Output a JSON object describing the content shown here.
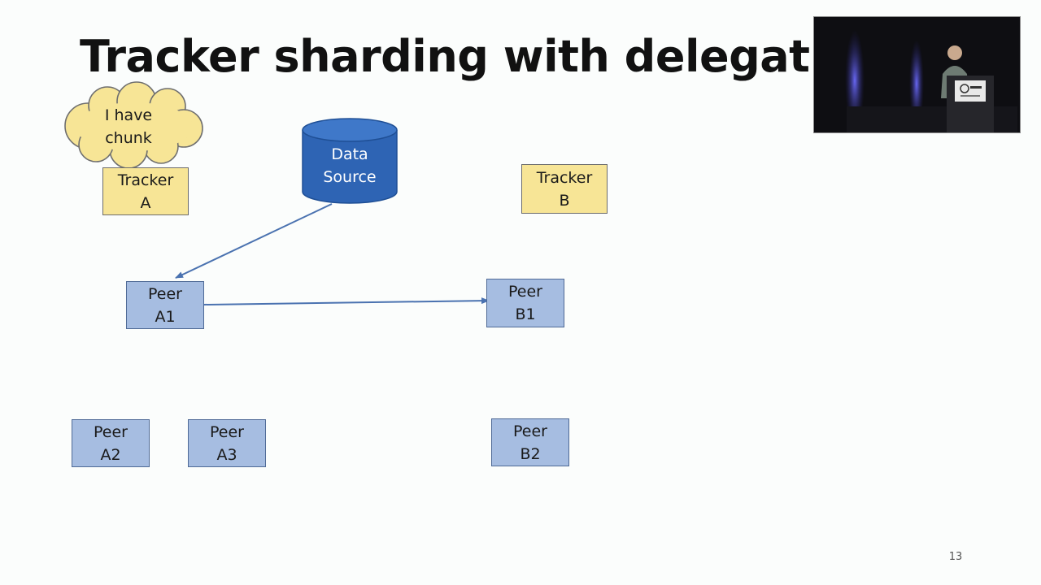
{
  "slide": {
    "title": "Tracker sharding with delegation",
    "number": "13"
  },
  "cloud": {
    "line1": "I  have",
    "line2": "chunk"
  },
  "data_source": {
    "line1": "Data",
    "line2": "Source"
  },
  "trackers": [
    {
      "line1": "Tracker",
      "line2": "A"
    },
    {
      "line1": "Tracker",
      "line2": "B"
    }
  ],
  "peers": [
    {
      "line1": "Peer",
      "line2": "A1"
    },
    {
      "line1": "Peer",
      "line2": "A2"
    },
    {
      "line1": "Peer",
      "line2": "A3"
    },
    {
      "line1": "Peer",
      "line2": "B1"
    },
    {
      "line1": "Peer",
      "line2": "B2"
    }
  ],
  "colors": {
    "tracker_fill": "#f7e596",
    "peer_fill": "#a6bde1",
    "data_source_fill": "#2e64b4",
    "arrow": "#4a72b0"
  }
}
